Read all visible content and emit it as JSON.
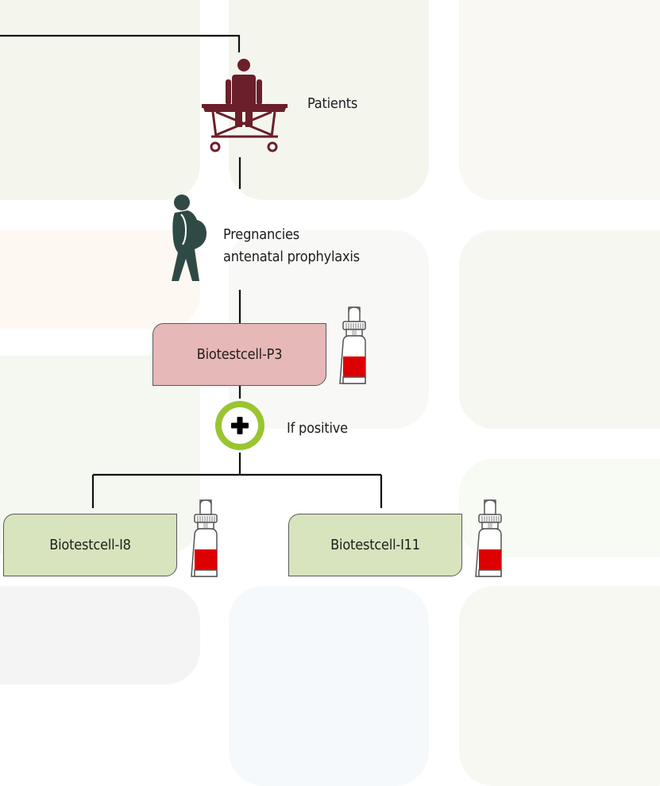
{
  "labels": {
    "patients": "Patients",
    "pregnancies_line1": "Pregnancies",
    "pregnancies_line2": "antenatal prophylaxis",
    "if_positive": "If positive"
  },
  "boxes": {
    "p3": "Biotestcell-P3",
    "i8": "Biotestcell-I8",
    "i11": "Biotestcell-I11"
  },
  "colors": {
    "line": "#111111",
    "patient_icon": "#6b1f2a",
    "pregnant_icon": "#2f4a45",
    "box_p3": "#e6b8b7",
    "box_green": "#d7e4bd",
    "plus_ring": "#9ac531",
    "vial_blood": "#dd0000"
  },
  "icons": {
    "patient": "patient-on-stretcher-icon",
    "pregnant": "pregnant-woman-icon",
    "plus": "plus-circle-icon",
    "vial": "reagent-vial-icon"
  }
}
